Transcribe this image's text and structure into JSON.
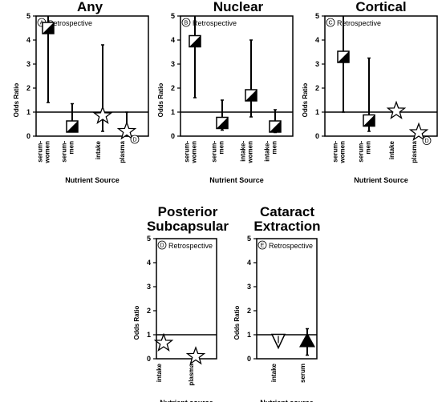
{
  "chart_data": [
    {
      "type": "scatter",
      "panel": "A",
      "title": [
        "Any"
      ],
      "note": "Retrospective",
      "xlabel": "Nutrient Source",
      "ylabel": "Odds Ratio",
      "ylim": [
        0,
        5
      ],
      "yticks": [
        0,
        1,
        2,
        3,
        4,
        5
      ],
      "reference_line": 1,
      "categories": [
        [
          "serum-",
          "women"
        ],
        [
          "serum-",
          "men"
        ],
        [
          "intake"
        ],
        [
          "plasma"
        ]
      ],
      "points": [
        {
          "y": 4.5,
          "low": 1.4,
          "high": 5.0,
          "marker": "square"
        },
        {
          "y": 0.4,
          "low": 0.2,
          "high": 1.35,
          "marker": "square"
        },
        {
          "y": 0.85,
          "low": 0.2,
          "high": 3.8,
          "marker": "star"
        },
        {
          "y": 0.2,
          "low": 0.0,
          "high": 1.0,
          "marker": "star",
          "tag": "D"
        }
      ]
    },
    {
      "type": "scatter",
      "panel": "B",
      "title": [
        "Nuclear"
      ],
      "note": "Retrospective",
      "xlabel": "Nutrient Source",
      "ylabel": "Odds Ratio",
      "ylim": [
        0,
        5
      ],
      "yticks": [
        0,
        1,
        2,
        3,
        4,
        5
      ],
      "reference_line": 1,
      "categories": [
        [
          "serum-",
          "women"
        ],
        [
          "serum-",
          "men"
        ],
        [
          "intake-",
          "women"
        ],
        [
          "intake-",
          "men"
        ]
      ],
      "points": [
        {
          "y": 3.95,
          "low": 1.6,
          "high": 5.0,
          "marker": "square"
        },
        {
          "y": 0.55,
          "low": 0.25,
          "high": 1.5,
          "marker": "square"
        },
        {
          "y": 1.7,
          "low": 0.8,
          "high": 4.0,
          "marker": "square"
        },
        {
          "y": 0.4,
          "low": 0.15,
          "high": 1.1,
          "marker": "square"
        }
      ]
    },
    {
      "type": "scatter",
      "panel": "C",
      "title": [
        "Cortical"
      ],
      "note": "Retrospective",
      "xlabel": "Nutrient Source",
      "ylabel": "Odds Ratio",
      "ylim": [
        0,
        5
      ],
      "yticks": [
        0,
        1,
        2,
        3,
        4,
        5
      ],
      "reference_line": 1,
      "categories": [
        [
          "serum-",
          "women"
        ],
        [
          "serum-",
          "men"
        ],
        [
          "intake"
        ],
        [
          "plasma"
        ]
      ],
      "points": [
        {
          "y": 3.3,
          "low": 1.0,
          "high": 5.0,
          "marker": "square"
        },
        {
          "y": 0.65,
          "low": 0.2,
          "high": 3.25,
          "marker": "square"
        },
        {
          "y": 1.05,
          "low": null,
          "high": null,
          "marker": "star"
        },
        {
          "y": 0.15,
          "low": null,
          "high": null,
          "marker": "star",
          "tag": "D"
        }
      ]
    },
    {
      "type": "scatter",
      "panel": "D",
      "title": [
        "Posterior",
        "Subcapsular"
      ],
      "note": "Retrospective",
      "xlabel": "Nutrient source",
      "ylabel": "Odds Ratio",
      "ylim": [
        0,
        5
      ],
      "yticks": [
        0,
        1,
        2,
        3,
        4,
        5
      ],
      "reference_line": 1,
      "categories": [
        [
          "intake"
        ],
        [
          "plasma"
        ]
      ],
      "points": [
        {
          "y": 0.65,
          "low": null,
          "high": null,
          "marker": "star"
        },
        {
          "y": 0.1,
          "low": null,
          "high": null,
          "marker": "star"
        }
      ]
    },
    {
      "type": "scatter",
      "panel": "E",
      "title": [
        "Cataract",
        "Extraction"
      ],
      "note": "Retrospective",
      "xlabel": "Nutrient source",
      "ylabel": "Odds Ratio",
      "ylim": [
        0,
        5
      ],
      "yticks": [
        0,
        1,
        2,
        3,
        4,
        5
      ],
      "reference_line": 1,
      "categories": [
        [
          "intake"
        ],
        [
          "serum"
        ]
      ],
      "points": [
        {
          "y": 0.75,
          "low": null,
          "high": null,
          "marker": "triangle-down"
        },
        {
          "y": 0.75,
          "low": 0.15,
          "high": 1.25,
          "marker": "triangle-up"
        }
      ]
    }
  ]
}
